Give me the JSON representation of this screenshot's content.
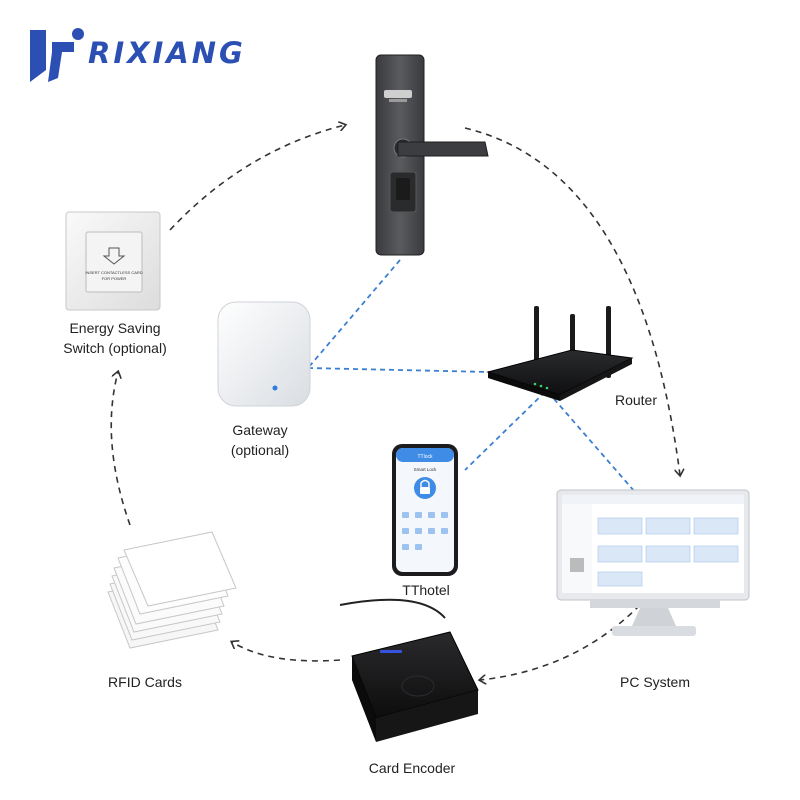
{
  "brand": {
    "name": "RIXIANG",
    "color": "#2b4fb3"
  },
  "colors": {
    "network_link": "#3a7fd0",
    "flow_arrow": "#333333"
  },
  "nodes": {
    "energy_switch": {
      "line1": "Energy Saving",
      "line2": "Switch (optional)",
      "card_text": "INSERT CONTACTLESS CARD FOR POWER"
    },
    "gateway": {
      "line1": "Gateway",
      "line2": "(optional)"
    },
    "router": {
      "label": "Router"
    },
    "app": {
      "label": "TThotel",
      "screen_title": "TTlock",
      "screen_sub": "Smart Lock"
    },
    "pc": {
      "label": "PC System"
    },
    "rfid": {
      "label": "RFID Cards"
    },
    "encoder": {
      "label": "Card Encoder"
    },
    "door_lock": {
      "icon": "smart-door-lock"
    }
  }
}
